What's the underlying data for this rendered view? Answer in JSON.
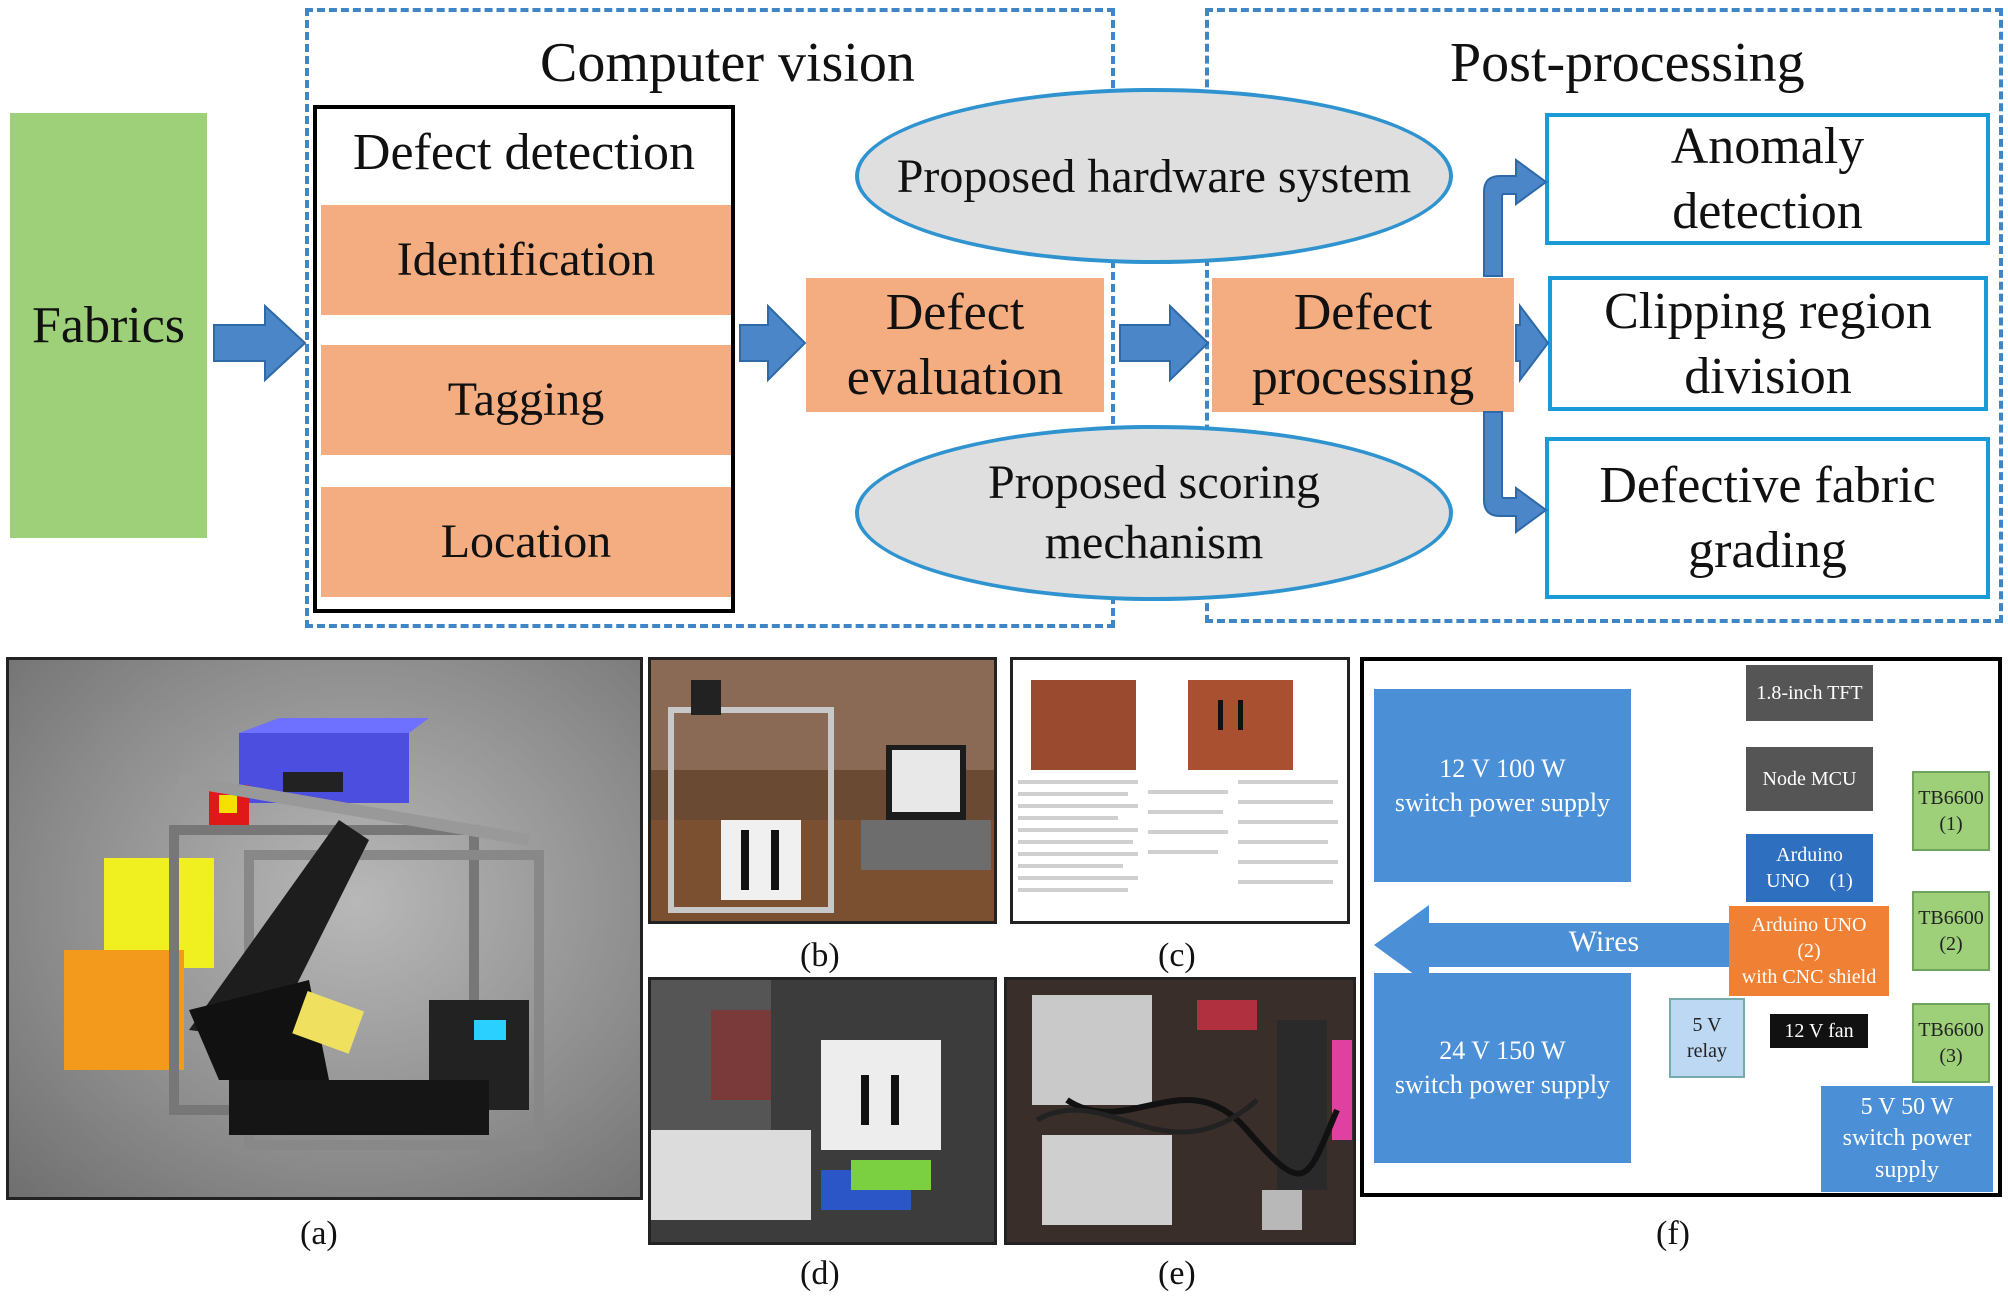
{
  "top": {
    "fabrics": "Fabrics",
    "computer_vision": {
      "title": "Computer vision",
      "detection_title": "Defect detection",
      "items": [
        "Identification",
        "Tagging",
        "Location"
      ]
    },
    "defect_evaluation": [
      "Defect",
      "evaluation"
    ],
    "hardware_ellipse": "Proposed hardware system",
    "scoring_ellipse": [
      "Proposed scoring",
      "mechanism"
    ],
    "defect_processing": [
      "Defect",
      "processing"
    ],
    "post_processing": {
      "title": "Post-processing",
      "items": [
        [
          "Anomaly",
          "detection"
        ],
        [
          "Clipping region",
          "division"
        ],
        [
          "Defective fabric",
          "grading"
        ]
      ]
    }
  },
  "panels": {
    "a": "(a)",
    "b": "(b)",
    "c": "(c)",
    "d": "(d)",
    "e": "(e)",
    "f": "(f)"
  },
  "wiring": {
    "psu12": [
      "12 V 100 W",
      "switch power supply"
    ],
    "psu24": [
      "24 V 150 W",
      "switch power supply"
    ],
    "psu5": [
      "5 V 50 W",
      "switch power",
      "supply"
    ],
    "wires": "Wires",
    "tft": "1.8-inch TFT",
    "nodemcu": "Node MCU",
    "arduino1": [
      "Arduino",
      "UNO　(1)"
    ],
    "arduino2": [
      "Arduino UNO",
      "(2)",
      "with CNC shield"
    ],
    "relay": [
      "5 V",
      "relay"
    ],
    "fan": "12 V fan",
    "tb1": [
      "TB6600",
      "(1)"
    ],
    "tb2": [
      "TB6600",
      "(2)"
    ],
    "tb3": [
      "TB6600",
      "(3)"
    ]
  },
  "colors": {
    "dash": "#3f86c6",
    "green": "#9ed07a",
    "orange": "#f3ad80",
    "box_border": "#1a9ad6",
    "ellipse_fill": "#dfdfdf",
    "arrow": "#4a86c8"
  }
}
